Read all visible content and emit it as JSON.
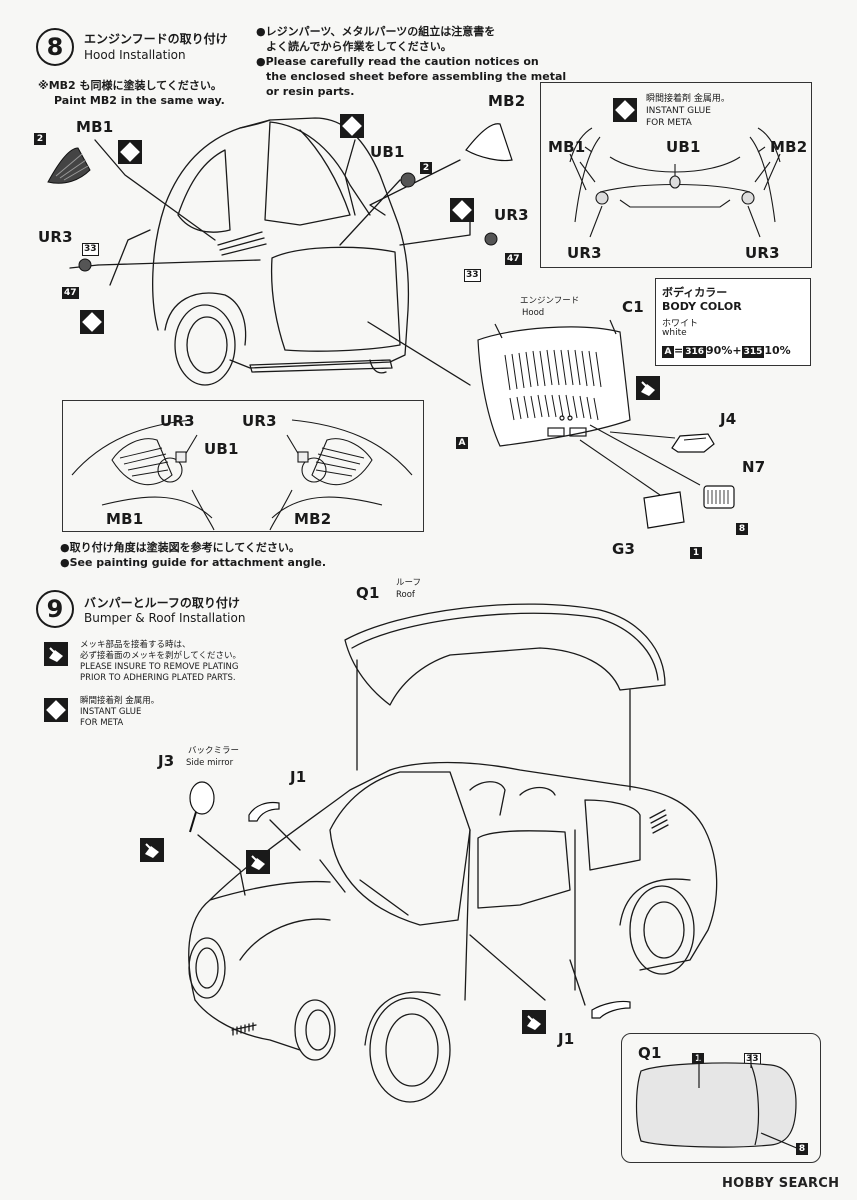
{
  "step8": {
    "number": "8",
    "title_jp": "エンジンフードの取り付け",
    "title_en": "Hood Installation",
    "note_mb2_jp": "※MB2 も同様に塗装してください。",
    "note_mb2_en": "Paint MB2 in the same way.",
    "caution_jp_1": "●レジンパーツ、メタルパーツの組立は注意書を",
    "caution_jp_2": "よく読んでから作業をしてください。",
    "caution_en_1": "●Please carefully read the caution notices on",
    "caution_en_2": "the enclosed sheet before assembling the metal",
    "caution_en_3": "or resin parts.",
    "glue_box": {
      "jp": "瞬間接着剤 金属用。",
      "en1": "INSTANT GLUE",
      "en2": "FOR META"
    },
    "body_color": {
      "title_jp": "ボディカラー",
      "title_en": "BODY COLOR",
      "color_jp": "ホワイト",
      "color_en": "white",
      "letter": "A",
      "eq": "=",
      "paint1": "316",
      "pct1": "90%",
      "plus": "+",
      "paint2": "315",
      "pct2": "10%"
    },
    "hood_jp": "エンジンフード",
    "hood_en": "Hood",
    "angle_note_jp": "●取り付け角度は塗装図を参考にしてください。",
    "angle_note_en": "●See painting guide for attachment angle.",
    "parts": {
      "mb1": "MB1",
      "mb2": "MB2",
      "ub1": "UB1",
      "ur3": "UR3",
      "c1": "C1",
      "j4": "J4",
      "n7": "N7",
      "g3": "G3",
      "a": "A",
      "n2": "2",
      "n33": "33",
      "n47": "47",
      "n8": "8",
      "n1": "1"
    }
  },
  "step9": {
    "number": "9",
    "title_jp": "バンパーとルーフの取り付け",
    "title_en": "Bumper & Roof Installation",
    "plating_jp_1": "メッキ部品を接着する時は、",
    "plating_jp_2": "必ず接着面のメッキを剥がしてください。",
    "plating_en_1": "PLEASE INSURE TO REMOVE PLATING",
    "plating_en_2": "PRIOR TO ADHERING PLATED PARTS.",
    "glue_jp": "瞬間接着剤 金属用。",
    "glue_en1": "INSTANT GLUE",
    "glue_en2": "FOR META",
    "roof_jp": "ルーフ",
    "roof_en": "Roof",
    "mirror_jp": "バックミラー",
    "mirror_en": "Side mirror",
    "parts": {
      "q1": "Q1",
      "j3": "J3",
      "j1": "J1",
      "n1": "1",
      "n33": "33",
      "n8": "8"
    }
  },
  "watermark": "HOBBY SEARCH"
}
